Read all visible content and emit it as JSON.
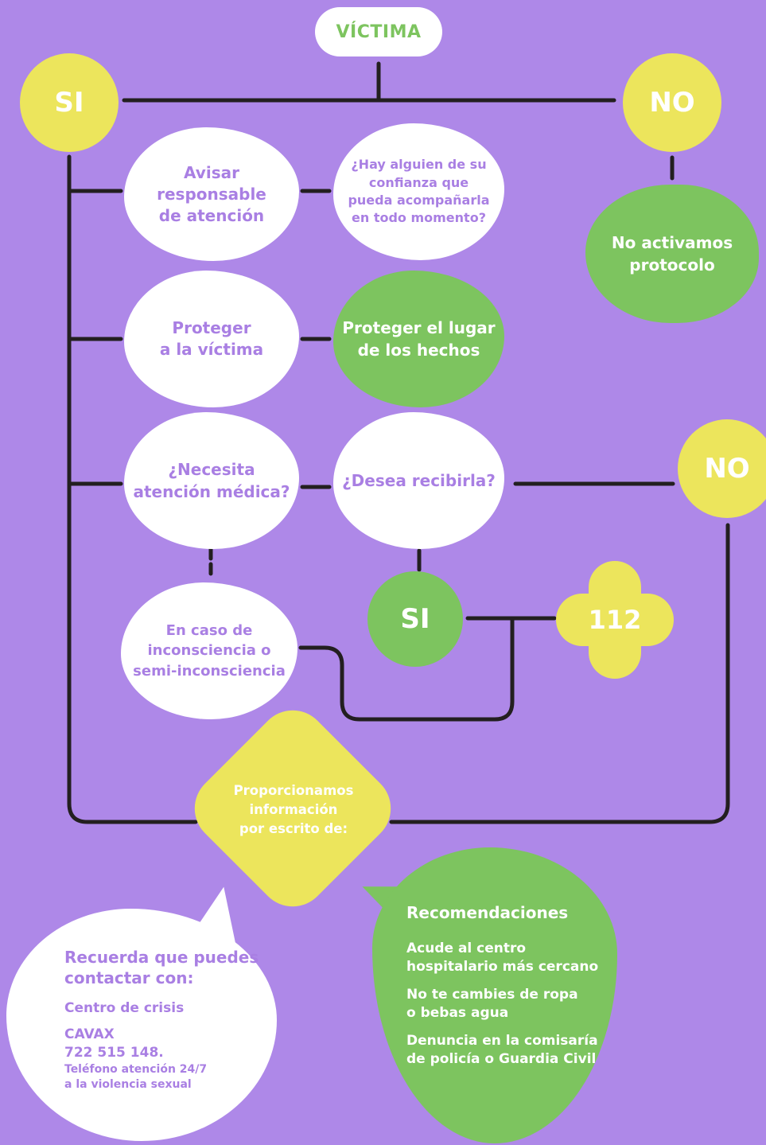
{
  "nodes": {
    "victima": "VÍCTIMA",
    "si_top": "SI",
    "no_top": "NO",
    "avisar": "Avisar\nresponsable\nde atención",
    "hay_alguien": "¿Hay alguien de su\nconfianza que\npueda acompañarla\nen todo momento?",
    "no_activamos": "No activamos\nprotocolo",
    "proteger_victima": "Proteger\na la víctima",
    "proteger_lugar": "Proteger el lugar\nde los hechos",
    "necesita": "¿Necesita\natención médica?",
    "desea": "¿Desea recibirla?",
    "no_mid": "NO",
    "inconsciencia": "En caso de\ninconsciencia o\nsemi-inconsciencia",
    "si_mid": "SI",
    "emergency": "112",
    "proporcionamos": "Proporcionamos\ninformación\npor escrito de:"
  },
  "contact": {
    "title": "Recuerda que puedes contactar con:",
    "centro": "Centro de crisis",
    "cavax": "CAVAX",
    "phone": "722 515 148.",
    "note_line1": "Teléfono atención 24/7",
    "note_line2": "a la violencia sexual"
  },
  "recommendations": {
    "title": "Recomendaciones",
    "items": [
      "Acude al centro\nhospitalario más cercano",
      "No te cambies de ropa\no bebas agua",
      "Denuncia en la comisaría\nde policía o Guardia Civil"
    ]
  },
  "colors": {
    "background": "#ae88e8",
    "purple_text": "#a97fe3",
    "green": "#7dc45f",
    "yellow": "#ece55c",
    "white": "#ffffff",
    "line": "#231f20"
  }
}
